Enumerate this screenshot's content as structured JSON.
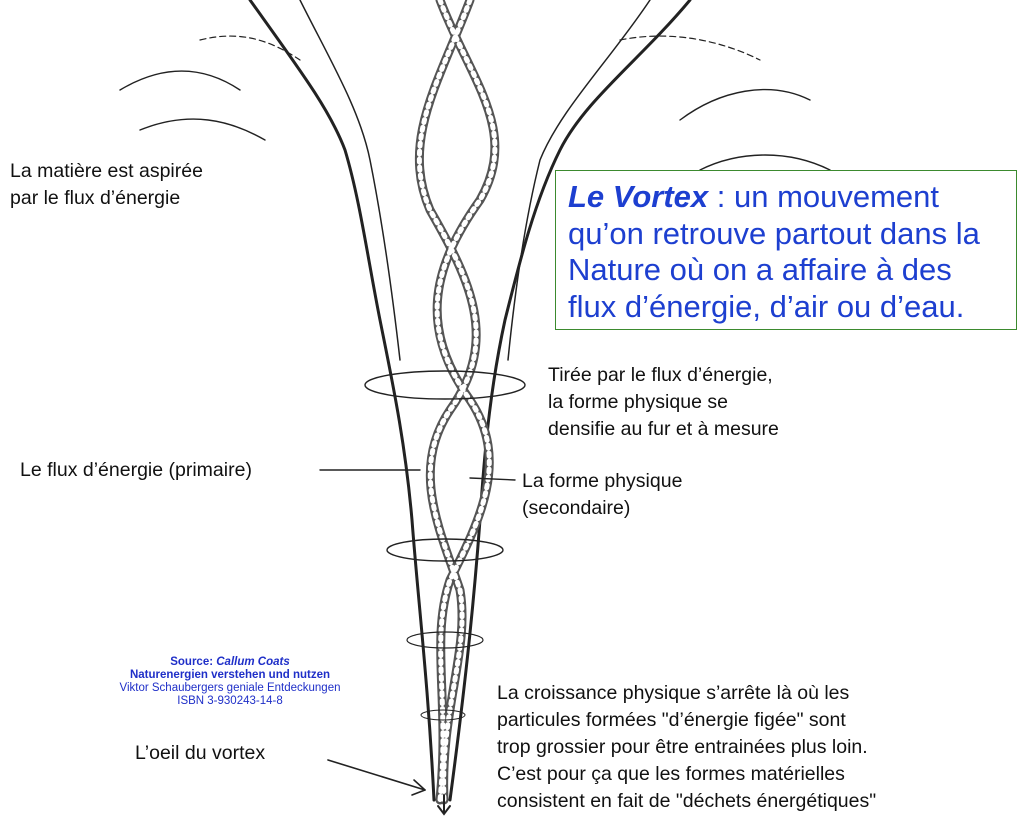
{
  "labels": {
    "matter_sucked": [
      "La matière est aspirée",
      "par le flux d’énergie"
    ],
    "pulled_by_flow": [
      "Tirée par le flux d’énergie,",
      "la forme physique se",
      "densifie au fur et à mesure"
    ],
    "energy_flow_primary": "Le flux d’énergie (primaire)",
    "physical_form_secondary": [
      "La forme physique",
      "(secondaire)"
    ],
    "vortex_eye": "L’oeil du vortex",
    "growth_stops": [
      "La croissance physique s’arrête là où les",
      "particules formées \"d’énergie figée\" sont",
      "trop grossier pour être entrainées plus loin.",
      "C’est pour ça que les formes matérielles",
      "consistent en fait de \"déchets énergétiques\""
    ]
  },
  "callout": {
    "title": "Le Vortex",
    "separator": " : ",
    "line1_rest": "un mouvement",
    "line2": "qu’on retrouve partout dans la",
    "line3": "Nature où on a affaire à des",
    "line4": "flux d’énergie, d’air ou d’eau."
  },
  "source": {
    "prefix": "Source: ",
    "author": "Callum Coats",
    "book": "Naturenergien verstehen und nutzen",
    "subtitle": "Viktor Schaubergers geniale Entdeckungen",
    "isbn": "ISBN 3-930243-14-8"
  },
  "colors": {
    "callout_text": "#1d3fd0",
    "callout_border": "#3b8a2e",
    "source_text": "#1f2fc8",
    "ink": "#111111"
  }
}
